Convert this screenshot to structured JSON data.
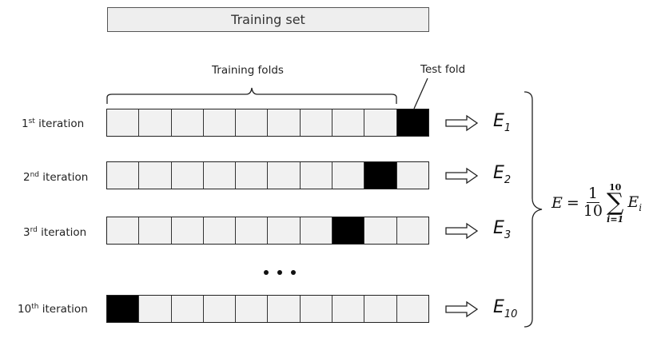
{
  "header": {
    "training_set": "Training set"
  },
  "labels": {
    "training_folds": "Training folds",
    "test_fold": "Test fold",
    "ellipsis": "..."
  },
  "rows": [
    {
      "iter_num": "1",
      "iter_sup": "st",
      "iter_text": " iteration",
      "test_index": 9,
      "err_base": "E",
      "err_sub": "1"
    },
    {
      "iter_num": "2",
      "iter_sup": "nd",
      "iter_text": " iteration",
      "test_index": 8,
      "err_base": "E",
      "err_sub": "2"
    },
    {
      "iter_num": "3",
      "iter_sup": "rd",
      "iter_text": " iteration",
      "test_index": 7,
      "err_base": "E",
      "err_sub": "3"
    },
    {
      "iter_num": "10",
      "iter_sup": "th",
      "iter_text": " iteration",
      "test_index": 0,
      "err_base": "E",
      "err_sub": "10"
    }
  ],
  "fold_count": 10,
  "colors": {
    "test_fold": "#000000",
    "train_fold": "#f1f1f1",
    "border": "#222222"
  },
  "formula": {
    "lhs": "E",
    "eq": "=",
    "frac_num": "1",
    "frac_den": "10",
    "sum_symbol": "∑",
    "sum_upper": "10",
    "sum_lower": "i=1",
    "term_base": "E",
    "term_sub": "i"
  }
}
